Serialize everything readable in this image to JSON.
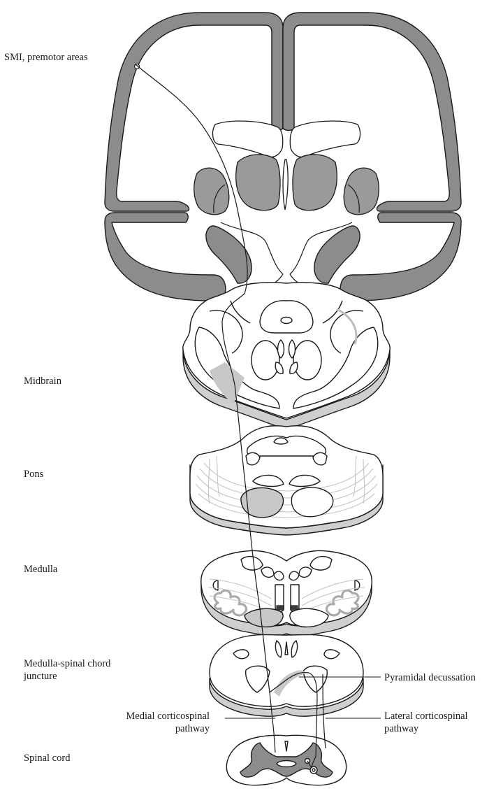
{
  "labels": {
    "cortex": "SMI, premotor areas",
    "midbrain": "Midbrain",
    "pons": "Pons",
    "medulla": "Medulla",
    "juncture_1": "Medulla-spinal chord",
    "juncture_2": "juncture",
    "decussation": "Pyramidal decussation",
    "medial_1": "Medial corticospinal",
    "medial_2": "pathway",
    "lateral_1": "Lateral corticospinal",
    "lateral_2": "pathway",
    "spinal": "Spinal cord"
  },
  "colors": {
    "outline": "#1a1a1a",
    "cortex_fill": "#8c8c8c",
    "nucleus_fill": "#9a9a9a",
    "tract_fill": "#c8c8c8",
    "shadow": "#cfcfcf",
    "fiber_lines": "#bdbdbd"
  }
}
